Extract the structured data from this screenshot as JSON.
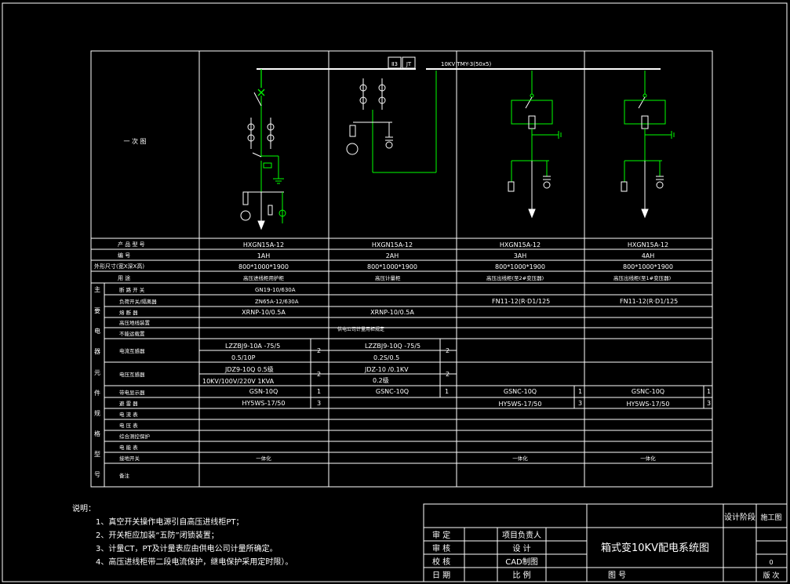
{
  "diagram_title": "箱式变10KV配电系统图",
  "bus_label": "10KV TMY-3(50x5)",
  "bus_box_labels": [
    "Ⅱ3",
    "JT"
  ],
  "row_header_diagram": "一 次 图",
  "row_labels": [
    "产 品 型 号",
    "编 号",
    "外形尺寸(宽X深X高)",
    "用 途"
  ],
  "main_group_label": [
    "主",
    "要",
    "电",
    "器",
    "元",
    "件",
    "规",
    "格",
    "型",
    "号"
  ],
  "component_rows": [
    "断 路 开 关",
    "负荷开关/隔离器",
    "熔 断 器",
    "高压地线装置",
    "不能运载置",
    "电流互感器",
    "电压互感器",
    "带电显示器",
    "避 雷 器",
    "电 流 表",
    "电 压 表",
    "综合测控保护",
    "电 能 表",
    "接地开关",
    "备注"
  ],
  "columns": [
    {
      "model": "HXGN15A-12",
      "number": "1AH",
      "size": "800*1000*1900",
      "usage": "高压进线柜用护柜",
      "breaker": "GN19-10/630A",
      "load_switch": "ZN65A-12/630A",
      "fuse": "XRNP-10/0.5A",
      "ct1": "LZZBJ9-10A -75/5",
      "ct2": "0.5/10P",
      "ct_qty": "2",
      "pt1": "JDZ9-10Q 0.5级",
      "pt2": "10KV/100V/220V 1KVA",
      "pt_qty": "2",
      "indicator": "GSN-10Q",
      "ind_qty": "1",
      "arrester": "HY5WS-17/50",
      "arr_qty": "3",
      "earth": "一体化"
    },
    {
      "model": "HXGN15A-12",
      "number": "2AH",
      "size": "800*1000*1900",
      "usage": "高压计量柜",
      "fuse": "XRNP-10/0.5A",
      "note": "供电公司计量用柜规定",
      "ct1": "LZZBJ9-10Q -75/5",
      "ct2": "0.2S/0.5",
      "ct_qty": "2",
      "pt1": "JDZ-10 /0.1KV",
      "pt2": "0.2级",
      "pt_qty": "2",
      "indicator": "GSNC-10Q",
      "ind_qty": "1"
    },
    {
      "model": "HXGN15A-12",
      "number": "3AH",
      "size": "800*1000*1900",
      "usage": "高压出线柜(至2#变压器)",
      "load_switch": "FN11-12(R·D1/125",
      "indicator": "GSNC-10Q",
      "ind_qty": "1",
      "arrester": "HY5WS-17/50",
      "arr_qty": "3",
      "earth": "一体化"
    },
    {
      "model": "HXGN15A-12",
      "number": "4AH",
      "size": "800*1000*1900",
      "usage": "高压出线柜(至1#变压器)",
      "load_switch": "FN11-12(R·D1/125",
      "indicator": "GSNC-10Q",
      "ind_qty": "1",
      "arrester": "HY5WS-17/50",
      "arr_qty": "3",
      "earth": "一体化"
    }
  ],
  "notes": {
    "heading": "说明：",
    "items": [
      "1、真空开关操作电源引自高压进线柜PT；",
      "2、开关柜应加装“五防”闭锁装置；",
      "3、计量CT，PT及计量表应由供电公司计量所确定。",
      "4、高压进线柜带二段电流保护，继电保护采用定时限）。"
    ]
  },
  "title_block": {
    "left_labels": [
      "审 定",
      "审 核",
      "校 核",
      "日 期"
    ],
    "mid_labels": [
      "项目负责人",
      "设 计",
      "CAD制图",
      "比 例"
    ],
    "design_stage_label": "设计阶段",
    "design_stage_value": "施工图",
    "drawing_no_label": "图 号",
    "revision_label": "版 次",
    "revision_value": "0"
  },
  "colors": {
    "line": "#ffffff",
    "green": "#00ff00",
    "breaker_x": "#00ff00"
  }
}
